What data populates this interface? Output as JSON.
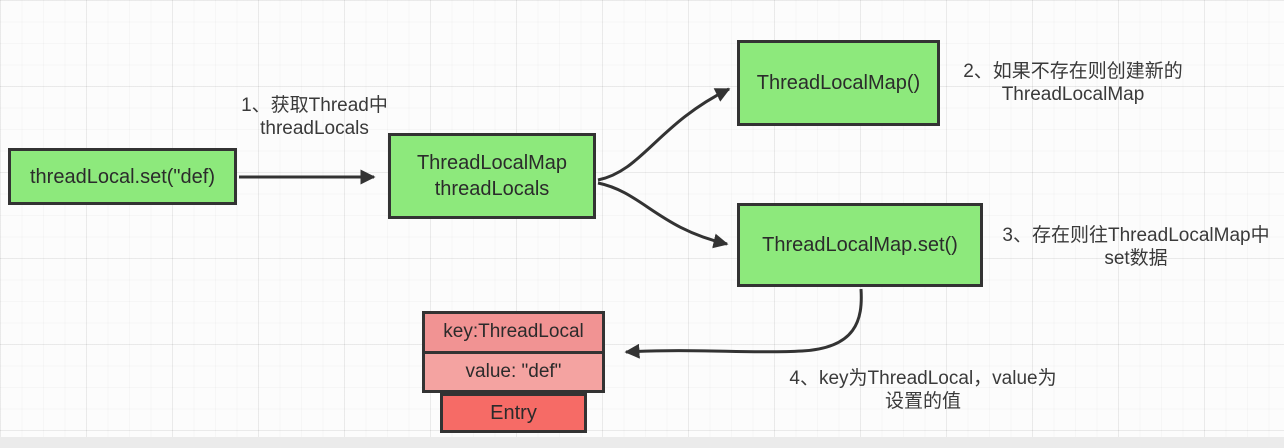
{
  "diagram": {
    "nodes": {
      "set_call": "threadLocal.set(\"def)",
      "thread_locals_line1": "ThreadLocalMap",
      "thread_locals_line2": "threadLocals",
      "map_ctor": "ThreadLocalMap()",
      "map_set": "ThreadLocalMap.set()",
      "entry_key": "key:ThreadLocal",
      "entry_value": "value: \"def\"",
      "entry_title": "Entry"
    },
    "annotations": {
      "step1_line1": "1、获取Thread中",
      "step1_line2": "threadLocals",
      "step2_line1": "2、如果不存在则创建新的",
      "step2_line2": "ThreadLocalMap",
      "step3_line1": "3、存在则往ThreadLocalMap中",
      "step3_line2": "set数据",
      "step4_line1": "4、key为ThreadLocal，value为",
      "step4_line2": "设置的值"
    },
    "colors": {
      "node_fill": "#8de97c",
      "node_border": "#333333",
      "entry_row_fill": "#f29a97",
      "entry_fill": "#f66b66",
      "arrow": "#333333",
      "canvas_bg": "#fcfcfc",
      "bottom_strip": "#ebebeb"
    }
  }
}
